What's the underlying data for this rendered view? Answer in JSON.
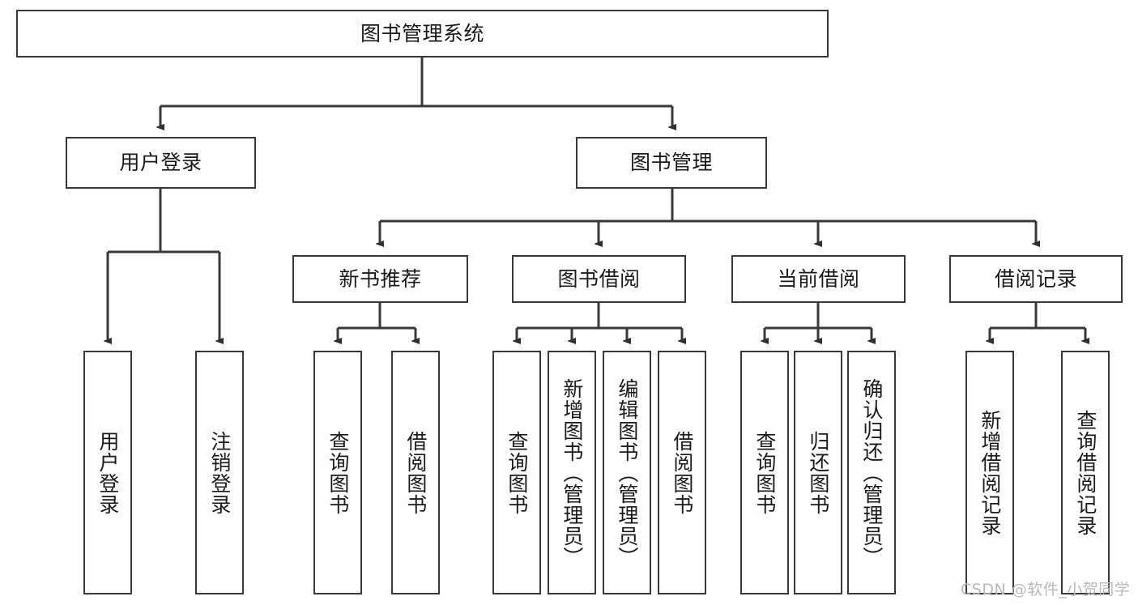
{
  "diagram": {
    "type": "tree-hierarchy",
    "title_node": {
      "label": "图书管理系统"
    },
    "level2": [
      {
        "id": "user-login",
        "label": "用户登录"
      },
      {
        "id": "book-management",
        "label": "图书管理"
      }
    ],
    "level3": [
      {
        "id": "new-book-recommend",
        "label": "新书推荐",
        "parent": "book-management"
      },
      {
        "id": "book-borrow",
        "label": "图书借阅",
        "parent": "book-management"
      },
      {
        "id": "current-borrow",
        "label": "当前借阅",
        "parent": "book-management"
      },
      {
        "id": "borrow-record",
        "label": "借阅记录",
        "parent": "book-management"
      }
    ],
    "leaves": {
      "user_login": [
        {
          "id": "leaf-user-login",
          "label": "用户登录"
        },
        {
          "id": "leaf-logout-login",
          "label": "注销登录"
        }
      ],
      "new_book_recommend": [
        {
          "id": "leaf-query-book-1",
          "label": "查询图书"
        },
        {
          "id": "leaf-borrow-book-1",
          "label": "借阅图书"
        }
      ],
      "book_borrow": [
        {
          "id": "leaf-query-book-2",
          "label": "查询图书"
        },
        {
          "id": "leaf-add-book",
          "label": "新增图书（管理员）"
        },
        {
          "id": "leaf-edit-book",
          "label": "编辑图书（管理员）"
        },
        {
          "id": "leaf-borrow-book-2",
          "label": "借阅图书"
        }
      ],
      "current_borrow": [
        {
          "id": "leaf-query-book-3",
          "label": "查询图书"
        },
        {
          "id": "leaf-return-book",
          "label": "归还图书"
        },
        {
          "id": "leaf-confirm-return",
          "label": "确认归还（管理员）"
        }
      ],
      "borrow_record": [
        {
          "id": "leaf-add-record",
          "label": "新增借阅记录"
        },
        {
          "id": "leaf-query-record",
          "label": "查询借阅记录"
        }
      ]
    },
    "colors": {
      "stroke": "#393939",
      "fill": "#ffffff",
      "text": "#1a1a1a",
      "watermark": "#b9b9b9"
    }
  },
  "watermark": {
    "text": "CSDN @软件_小贺同学"
  }
}
